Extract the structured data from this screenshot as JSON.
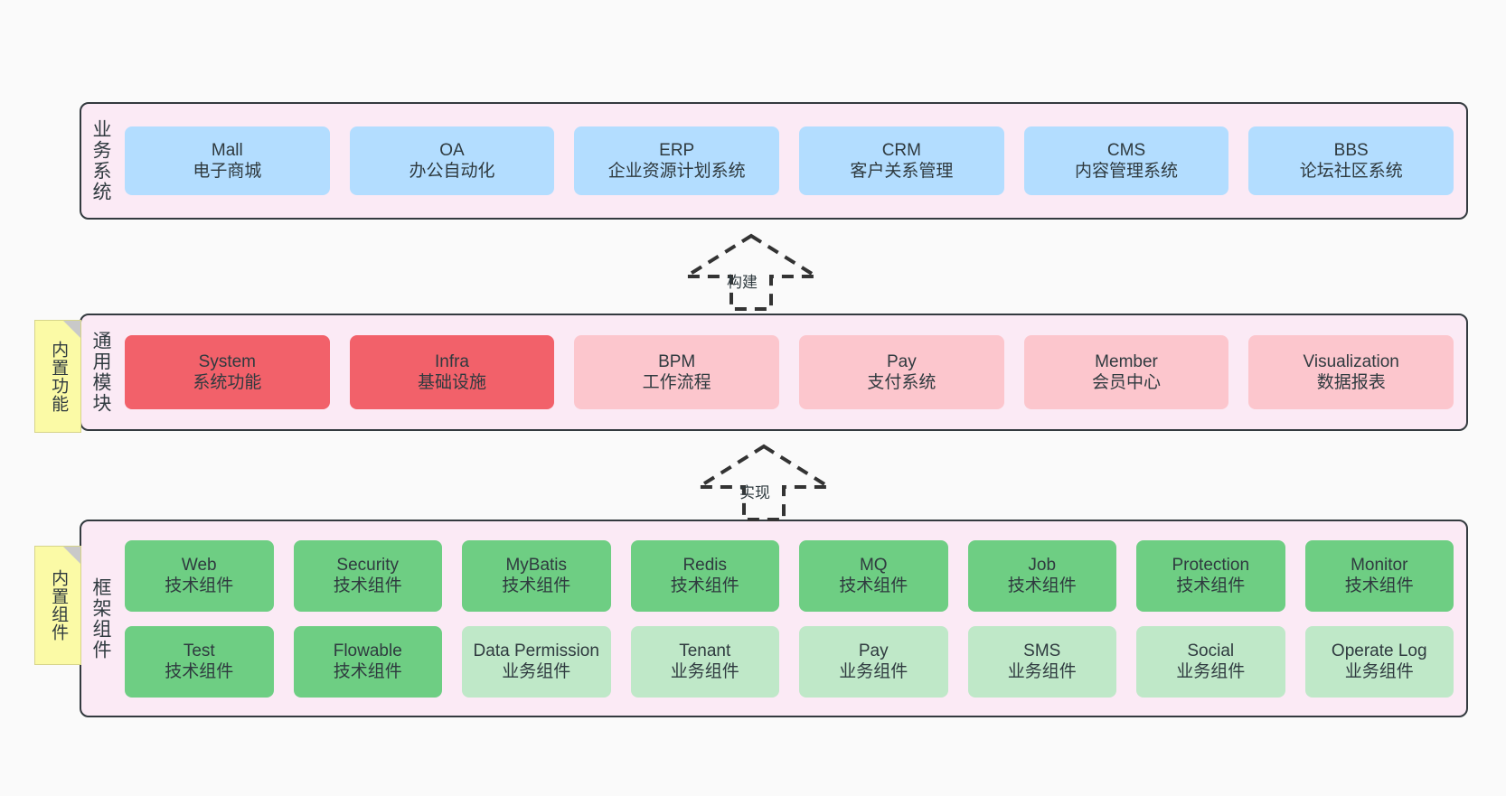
{
  "layers": [
    {
      "id": "business",
      "title": "业务系统",
      "rows": [
        [
          {
            "en": "Mall",
            "cn": "电子商城",
            "color": "blue"
          },
          {
            "en": "OA",
            "cn": "办公自动化",
            "color": "blue"
          },
          {
            "en": "ERP",
            "cn": "企业资源计划系统",
            "color": "blue"
          },
          {
            "en": "CRM",
            "cn": "客户关系管理",
            "color": "blue"
          },
          {
            "en": "CMS",
            "cn": "内容管理系统",
            "color": "blue"
          },
          {
            "en": "BBS",
            "cn": "论坛社区系统",
            "color": "blue"
          }
        ]
      ]
    },
    {
      "id": "common",
      "title": "通用模块",
      "rows": [
        [
          {
            "en": "System",
            "cn": "系统功能",
            "color": "red"
          },
          {
            "en": "Infra",
            "cn": "基础设施",
            "color": "red"
          },
          {
            "en": "BPM",
            "cn": "工作流程",
            "color": "pink"
          },
          {
            "en": "Pay",
            "cn": "支付系统",
            "color": "pink"
          },
          {
            "en": "Member",
            "cn": "会员中心",
            "color": "pink"
          },
          {
            "en": "Visualization",
            "cn": "数据报表",
            "color": "pink"
          }
        ]
      ]
    },
    {
      "id": "framework",
      "title": "框架组件",
      "rows": [
        [
          {
            "en": "Web",
            "cn": "技术组件",
            "color": "green"
          },
          {
            "en": "Security",
            "cn": "技术组件",
            "color": "green"
          },
          {
            "en": "MyBatis",
            "cn": "技术组件",
            "color": "green"
          },
          {
            "en": "Redis",
            "cn": "技术组件",
            "color": "green"
          },
          {
            "en": "MQ",
            "cn": "技术组件",
            "color": "green"
          },
          {
            "en": "Job",
            "cn": "技术组件",
            "color": "green"
          },
          {
            "en": "Protection",
            "cn": "技术组件",
            "color": "green"
          },
          {
            "en": "Monitor",
            "cn": "技术组件",
            "color": "green"
          }
        ],
        [
          {
            "en": "Test",
            "cn": "技术组件",
            "color": "green"
          },
          {
            "en": "Flowable",
            "cn": "技术组件",
            "color": "green"
          },
          {
            "en": "Data Permission",
            "cn": "业务组件",
            "color": "greenlite"
          },
          {
            "en": "Tenant",
            "cn": "业务组件",
            "color": "greenlite"
          },
          {
            "en": "Pay",
            "cn": "业务组件",
            "color": "greenlite"
          },
          {
            "en": "SMS",
            "cn": "业务组件",
            "color": "greenlite"
          },
          {
            "en": "Social",
            "cn": "业务组件",
            "color": "greenlite"
          },
          {
            "en": "Operate Log",
            "cn": "业务组件",
            "color": "greenlite"
          }
        ]
      ]
    }
  ],
  "notes": [
    {
      "id": "common",
      "text": "内置功能"
    },
    {
      "id": "framework",
      "text": "内置组件"
    }
  ],
  "connectors": [
    {
      "id": "build",
      "label": "构建"
    },
    {
      "id": "impl",
      "label": "实现"
    }
  ],
  "colors": {
    "background": "#fafafa",
    "layer_fill": "#fbeaf5",
    "layer_border": "#333a3f",
    "blue": "#b3ddff",
    "red": "#f2616a",
    "pink": "#fcc6cd",
    "green": "#6ece83",
    "green_light": "#bfe8c8",
    "note_fill": "#fbfaa6",
    "note_fold": "#c9c9c9",
    "text": "#2f3a3f"
  }
}
